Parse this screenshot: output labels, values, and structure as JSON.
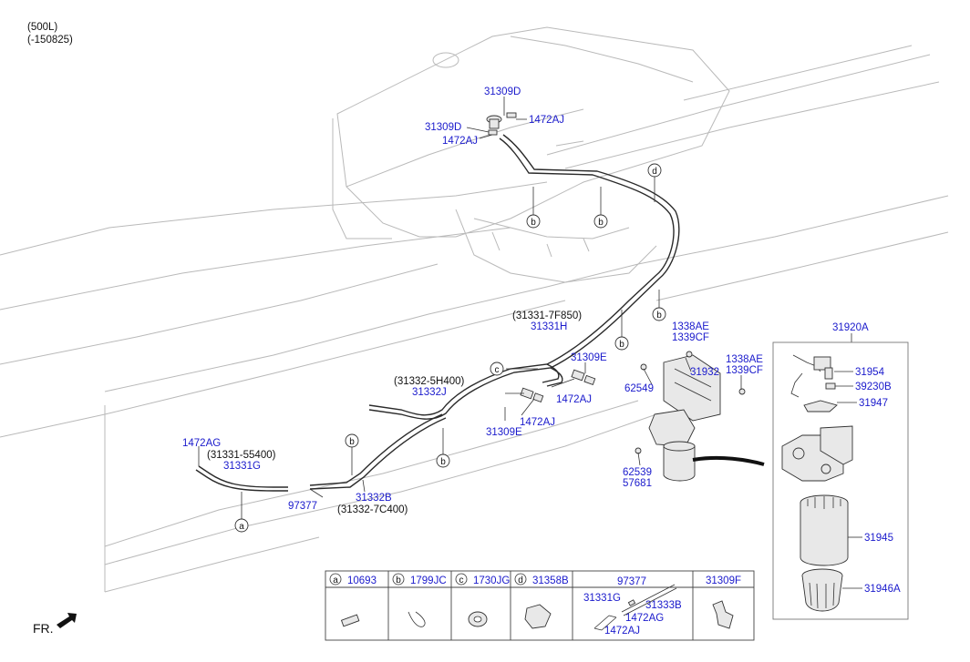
{
  "notes": {
    "variant": "(500L)",
    "serial": "(-150825)",
    "front": "FR."
  },
  "labels": {
    "p31309D_top": "31309D",
    "p1472AJ_top": "1472AJ",
    "p31309D_left": "31309D",
    "p1472AJ_left": "1472AJ",
    "p31331_7F850": "(31331-7F850)",
    "p31331H": "31331H",
    "p31309E_a": "31309E",
    "p1472AJ_mid": "1472AJ",
    "p31332_5H400": "(31332-5H400)",
    "p31332J": "31332J",
    "p1472AJ_low": "1472AJ",
    "p31309E_b": "31309E",
    "p1472AG": "1472AG",
    "p31331_55400": "(31331-55400)",
    "p31331G": "31331G",
    "p97377": "97377",
    "p31332B": "31332B",
    "p31332_7C400": "(31332-7C400)",
    "p1338AE_a": "1338AE",
    "p1339CF_a": "1339CF",
    "p1338AE_b": "1338AE",
    "p1339CF_b": "1339CF",
    "p31932": "31932",
    "p62549": "62549",
    "p62539": "62539",
    "p57681": "57681",
    "p31920A": "31920A",
    "p31954": "31954",
    "p39230B": "39230B",
    "p31947": "31947",
    "p31945": "31945",
    "p31946A": "31946A"
  },
  "callouts": {
    "a": "a",
    "b": "b",
    "c": "c",
    "d": "d"
  },
  "legend": {
    "cells": [
      {
        "letter": "a",
        "part": "10693"
      },
      {
        "letter": "b",
        "part": "1799JC"
      },
      {
        "letter": "c",
        "part": "1730JG"
      },
      {
        "letter": "d",
        "part": "31358B"
      }
    ],
    "kit": {
      "top": "97377",
      "left": "31331G",
      "right": "31333B",
      "mid": "1472AG",
      "bottom": "1472AJ"
    },
    "last": {
      "part": "31309F"
    }
  }
}
